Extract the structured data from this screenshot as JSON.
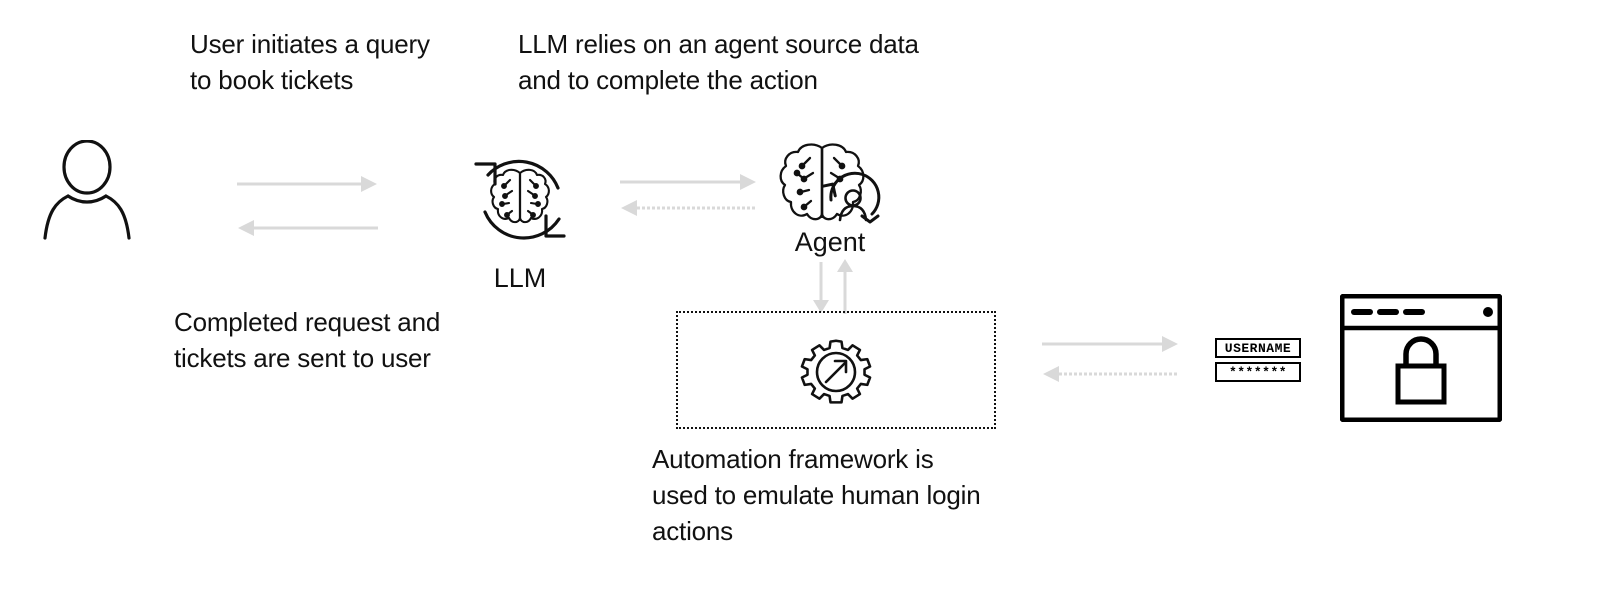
{
  "diagram": {
    "title_type": "flow-diagram",
    "background_color": "#ffffff",
    "arrow_color": "#d9d9d9",
    "stroke_color": "#111111",
    "notes": {
      "user_query": "User initiates a query\nto book tickets",
      "llm_relies": "LLM relies on an agent source data\nand to complete the action",
      "completed_request": "Completed request and\ntickets are sent to user",
      "automation": "Automation framework is\nused to emulate human login\nactions"
    },
    "nodes": {
      "user": {
        "icon": "person-icon",
        "label": ""
      },
      "llm": {
        "icon": "brain-cycle-icon",
        "label": "LLM"
      },
      "agent": {
        "icon": "brain-agent-icon",
        "label": "Agent"
      },
      "automation": {
        "icon": "gear-arrow-icon",
        "label": ""
      },
      "website": {
        "icon": "browser-lock-icon",
        "label": ""
      }
    },
    "credentials": {
      "username_value": "USERNAME",
      "password_value": "*******"
    }
  }
}
